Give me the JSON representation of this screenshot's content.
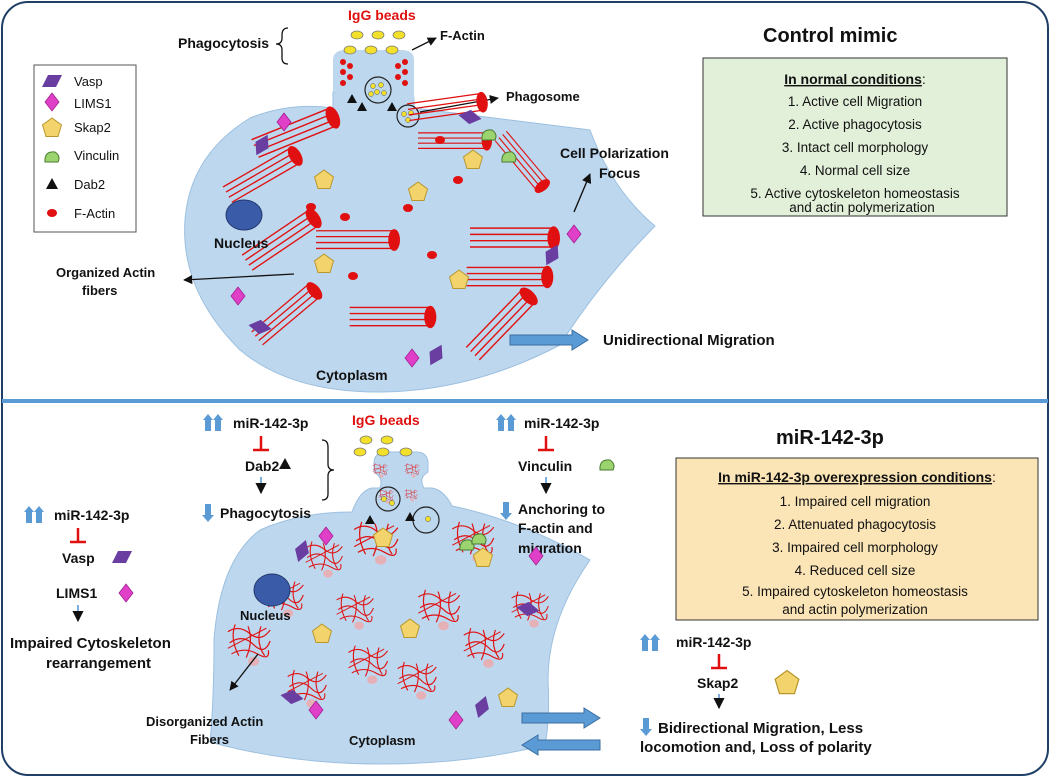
{
  "legend": {
    "items": [
      {
        "key": "vasp",
        "label": "Vasp"
      },
      {
        "key": "lims1",
        "label": "LIMS1"
      },
      {
        "key": "skap2",
        "label": "Skap2"
      },
      {
        "key": "vinculin",
        "label": "Vinculin"
      },
      {
        "key": "dab2",
        "label": "Dab2"
      },
      {
        "key": "factin",
        "label": "F-Actin"
      }
    ]
  },
  "colors": {
    "vasp": "#6a3ea1",
    "lims1": "#e040c8",
    "skap2": "#f3d36b",
    "vinculin": "#9bd36f",
    "factin": "#e01010",
    "cell": "#bdd7ee",
    "arrow": "#5b9bd5",
    "inhibit": "#e01010"
  },
  "top": {
    "title": "Control mimic",
    "igg_beads": "IgG beads",
    "phagocytosis": "Phagocytosis",
    "factin_label": "F-Actin",
    "phagosome": "Phagosome",
    "polarization_line1": "Cell Polarization",
    "polarization_line2": "Focus",
    "nucleus": "Nucleus",
    "organized_line1": "Organized Actin",
    "organized_line2": "fibers",
    "cytoplasm": "Cytoplasm",
    "migration": "Unidirectional Migration",
    "box_title": "In normal conditions",
    "box_colon": ":",
    "box_items": [
      "1.  Active cell Migration",
      "2.  Active phagocytosis",
      "3.  Intact cell morphology",
      "4.  Normal cell size",
      "5.  Active cytoskeleton homeostasis",
      "and actin polymerization"
    ]
  },
  "bottom": {
    "title": "miR-142-3p",
    "igg_beads": "IgG beads",
    "mir": "miR-142-3p",
    "dab2": "Dab2",
    "phagocytosis": "Phagocytosis",
    "vinculin": "Vinculin",
    "anchoring_line1": "Anchoring to",
    "anchoring_line2": "F-actin and",
    "anchoring_line3": "migration",
    "vasp": "Vasp",
    "lims1": "LIMS1",
    "impaired_line1": "Impaired Cytoskeleton",
    "impaired_line2": "rearrangement",
    "nucleus": "Nucleus",
    "disorganized_line1": "Disorganized Actin",
    "disorganized_line2": "Fibers",
    "cytoplasm": "Cytoplasm",
    "skap2": "Skap2",
    "bidir_line1": "Bidirectional Migration, Less",
    "bidir_line2": "locomotion and, Loss of polarity",
    "box_title": "In miR-142-3p overexpression conditions",
    "box_colon": ":",
    "box_items": [
      "1.  Impaired cell migration",
      "2.  Attenuated phagocytosis",
      "3.  Impaired cell morphology",
      "4.  Reduced cell size",
      "5.  Impaired cytoskeleton homeostasis",
      "and actin polymerization"
    ]
  }
}
